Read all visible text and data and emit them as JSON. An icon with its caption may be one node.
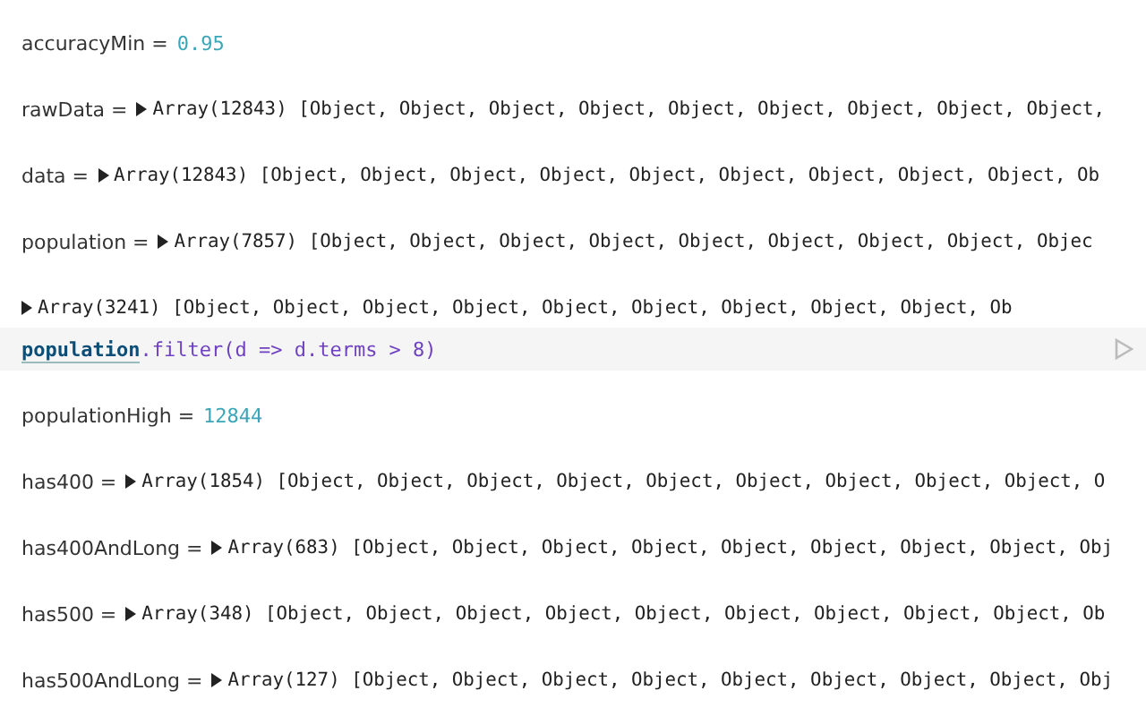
{
  "diagram": {
    "labels": [
      "accuracyMin =",
      "0.95",
      "rawData =",
      "Array(12843) [Object, Object, Object, Object, Object, Object, Object, Object, Object,",
      "data =",
      "Array(12843) [Object, Object, Object, Object, Object, Object, Object, Object, Object, Ob",
      "population =",
      "Array(7857) [Object, Object, Object, Object, Object, Object, Object, Object, Objec",
      "Array(3241) [Object, Object, Object, Object, Object, Object, Object, Object, Object, Ob",
      "**population**.filter(d => d.terms > 8)",
      "populationHigh =",
      "12844",
      "has400 =",
      "Array(1854) [Object, Object, Object, Object, Object, Object, Object, Object, Object, O",
      "has400AndLong =",
      "Array(683) [Object, Object, Object, Object, Object, Object, Object, Object, Obj",
      "has500 =",
      "Array(348) [Object, Object, Object, Object, Object, Object, Object, Object, Object, Ob",
      "has500AndLong =",
      "Array(127) [Object, Object, Object, Object, Object, Object, Object, Object, Obj"
    ]
  }
}
